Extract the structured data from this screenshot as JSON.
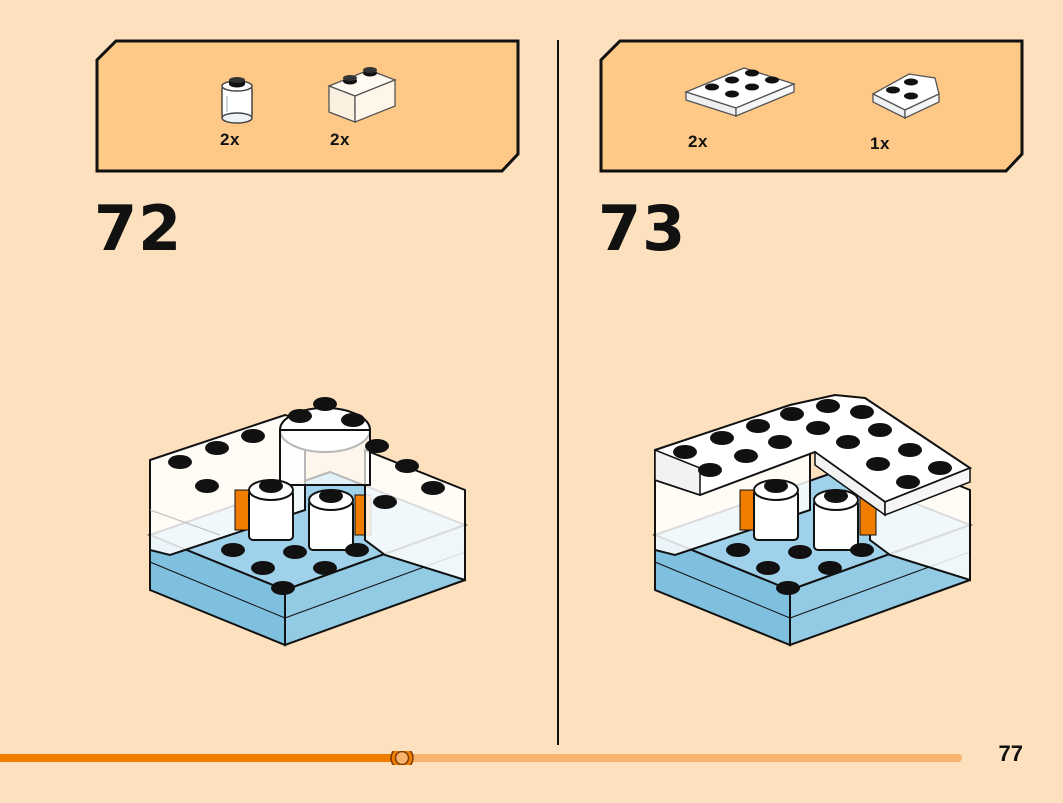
{
  "steps": [
    {
      "number": "72",
      "parts": [
        {
          "icon": "round-brick-1x1-transparent-icon",
          "qty": "2x"
        },
        {
          "icon": "brick-1x2-transparent-icon",
          "qty": "2x"
        }
      ]
    },
    {
      "number": "73",
      "parts": [
        {
          "icon": "plate-2x3-white-icon",
          "qty": "2x"
        },
        {
          "icon": "wedge-plate-white-icon",
          "qty": "1x"
        }
      ]
    }
  ],
  "progress": {
    "fraction": 0.42
  },
  "page_number": "77",
  "colors": {
    "background": "#fde0bd",
    "parts_box": "#fec887",
    "progress_done": "#f07d00",
    "progress_rest": "#f9b36e",
    "base_plate": "#7fc0df",
    "stud": "#111111"
  }
}
